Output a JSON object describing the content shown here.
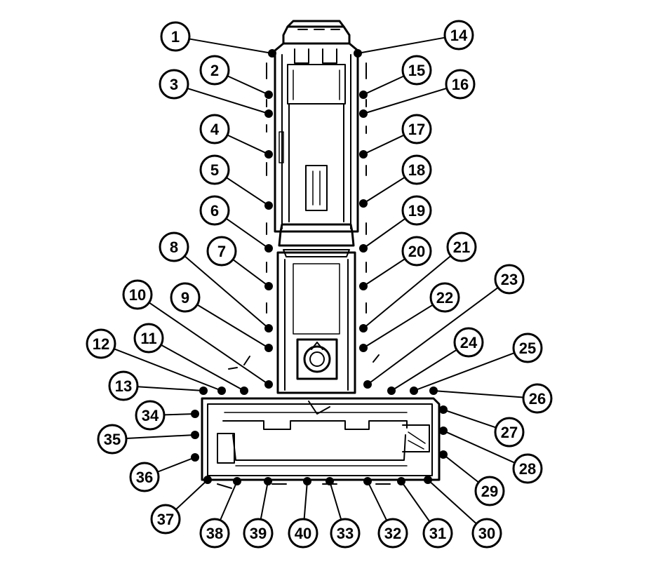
{
  "diagram": {
    "callouts": [
      {
        "label": "1",
        "circle": [
          250,
          52
        ],
        "target": [
          388,
          76
        ]
      },
      {
        "label": "2",
        "circle": [
          306,
          100
        ],
        "target": [
          383,
          135
        ]
      },
      {
        "label": "3",
        "circle": [
          248,
          120
        ],
        "target": [
          383,
          162
        ]
      },
      {
        "label": "4",
        "circle": [
          306,
          184
        ],
        "target": [
          383,
          220
        ]
      },
      {
        "label": "5",
        "circle": [
          306,
          242
        ],
        "target": [
          383,
          293
        ]
      },
      {
        "label": "6",
        "circle": [
          306,
          300
        ],
        "target": [
          383,
          354
        ]
      },
      {
        "label": "7",
        "circle": [
          316,
          358
        ],
        "target": [
          383,
          408
        ]
      },
      {
        "label": "8",
        "circle": [
          248,
          352
        ],
        "target": [
          383,
          468
        ]
      },
      {
        "label": "9",
        "circle": [
          264,
          424
        ],
        "target": [
          383,
          496
        ]
      },
      {
        "label": "10",
        "circle": [
          196,
          420
        ],
        "target": [
          383,
          548
        ]
      },
      {
        "label": "11",
        "circle": [
          212,
          482
        ],
        "target": [
          348,
          557
        ]
      },
      {
        "label": "12",
        "circle": [
          144,
          490
        ],
        "target": [
          316,
          557
        ]
      },
      {
        "label": "13",
        "circle": [
          176,
          550
        ],
        "target": [
          290,
          557
        ]
      },
      {
        "label": "14",
        "circle": [
          654,
          50
        ],
        "target": [
          510,
          76
        ]
      },
      {
        "label": "15",
        "circle": [
          594,
          100
        ],
        "target": [
          518,
          135
        ]
      },
      {
        "label": "16",
        "circle": [
          656,
          120
        ],
        "target": [
          518,
          162
        ]
      },
      {
        "label": "17",
        "circle": [
          594,
          184
        ],
        "target": [
          518,
          220
        ]
      },
      {
        "label": "18",
        "circle": [
          594,
          242
        ],
        "target": [
          518,
          290
        ]
      },
      {
        "label": "19",
        "circle": [
          594,
          300
        ],
        "target": [
          518,
          354
        ]
      },
      {
        "label": "20",
        "circle": [
          594,
          358
        ],
        "target": [
          518,
          408
        ]
      },
      {
        "label": "21",
        "circle": [
          658,
          352
        ],
        "target": [
          518,
          468
        ]
      },
      {
        "label": "22",
        "circle": [
          634,
          424
        ],
        "target": [
          518,
          496
        ]
      },
      {
        "label": "23",
        "circle": [
          726,
          398
        ],
        "target": [
          524,
          548
        ]
      },
      {
        "label": "24",
        "circle": [
          668,
          488
        ],
        "target": [
          558,
          557
        ]
      },
      {
        "label": "25",
        "circle": [
          752,
          496
        ],
        "target": [
          590,
          557
        ]
      },
      {
        "label": "26",
        "circle": [
          766,
          568
        ],
        "target": [
          618,
          557
        ]
      },
      {
        "label": "27",
        "circle": [
          726,
          616
        ],
        "target": [
          632,
          584
        ]
      },
      {
        "label": "28",
        "circle": [
          752,
          668
        ],
        "target": [
          632,
          614
        ]
      },
      {
        "label": "29",
        "circle": [
          698,
          700
        ],
        "target": [
          632,
          648
        ]
      },
      {
        "label": "30",
        "circle": [
          694,
          760
        ],
        "target": [
          610,
          684
        ]
      },
      {
        "label": "31",
        "circle": [
          624,
          760
        ],
        "target": [
          572,
          686
        ]
      },
      {
        "label": "32",
        "circle": [
          560,
          760
        ],
        "target": [
          524,
          686
        ]
      },
      {
        "label": "33",
        "circle": [
          492,
          760
        ],
        "target": [
          470,
          686
        ]
      },
      {
        "label": "40",
        "circle": [
          432,
          760
        ],
        "target": [
          438,
          686
        ]
      },
      {
        "label": "39",
        "circle": [
          368,
          760
        ],
        "target": [
          382,
          686
        ]
      },
      {
        "label": "38",
        "circle": [
          306,
          760
        ],
        "target": [
          338,
          686
        ]
      },
      {
        "label": "37",
        "circle": [
          236,
          740
        ],
        "target": [
          296,
          684
        ]
      },
      {
        "label": "36",
        "circle": [
          206,
          680
        ],
        "target": [
          278,
          652
        ]
      },
      {
        "label": "35",
        "circle": [
          160,
          626
        ],
        "target": [
          278,
          620
        ]
      },
      {
        "label": "34",
        "circle": [
          214,
          592
        ],
        "target": [
          278,
          590
        ]
      }
    ]
  }
}
